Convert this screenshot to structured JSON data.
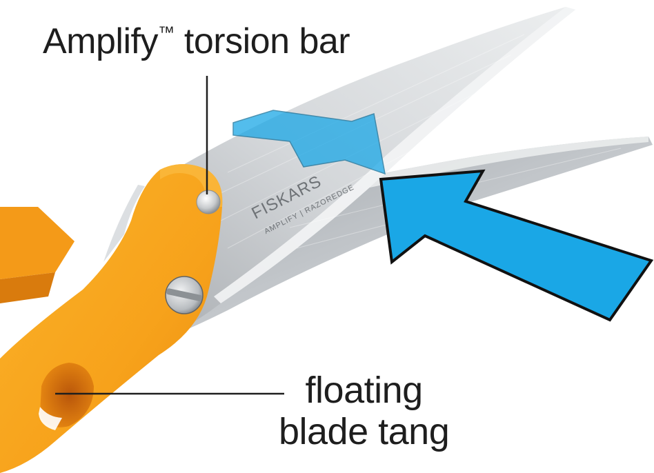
{
  "annotations": {
    "torsion_bar": {
      "name": "Amplify",
      "mark": "™",
      "rest": " torsion bar"
    },
    "blade_tang": {
      "line1": "floating",
      "line2": "blade tang"
    }
  },
  "blade_print": {
    "brand": "FISKARS",
    "model": "AMPLIFY | RAZOREDGE"
  },
  "colors": {
    "handle_orange": "#f7a21b",
    "handle_shadow": "#e07f0c",
    "blade_steel": "#c9ccce",
    "blade_edge": "#e6e7e8",
    "arrow_blue": "#1aa7e6",
    "arrow_outline": "#111111",
    "text": "#1e1e1e"
  }
}
